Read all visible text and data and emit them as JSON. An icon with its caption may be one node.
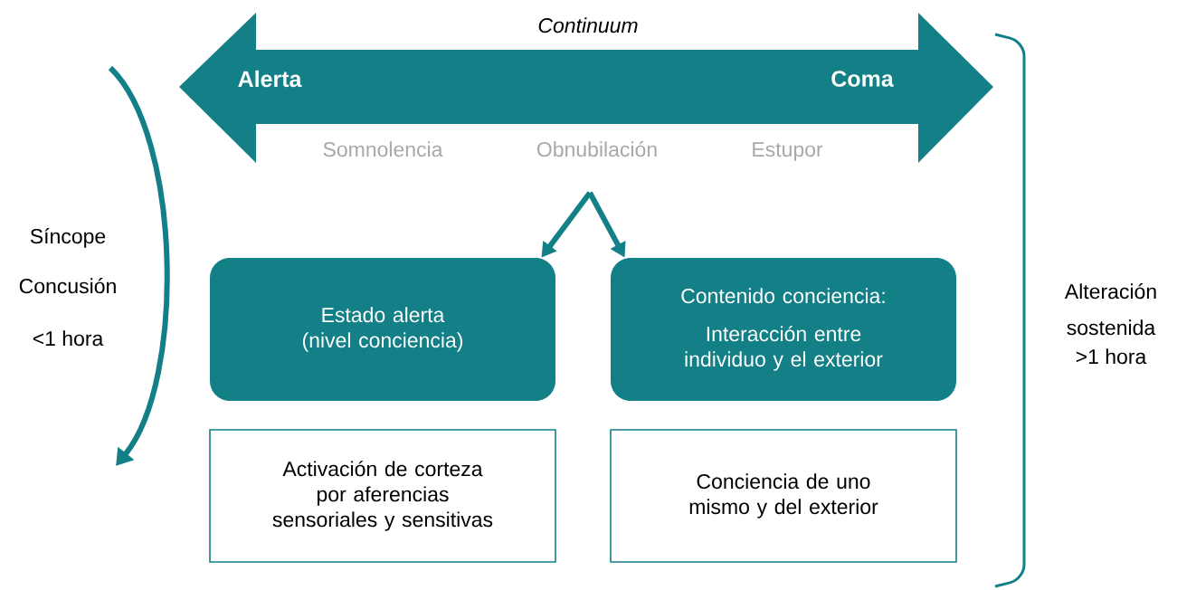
{
  "diagram": {
    "nodes": [
      {
        "text": [
          "Alerta",
          "Coma"
        ]
      },
      {
        "text": [
          "Estado alerta (nivel conciencia)"
        ]
      },
      {
        "text": [
          "Contenido conciencia:",
          "Interacción entre individuo y el exterior"
        ]
      },
      {
        "text": [
          "Activación de corteza por aferencias sensoriales y sensitivas"
        ]
      },
      {
        "text": [
          "Conciencia de uno mismo y del exterior"
        ]
      }
    ],
    "edges": [
      {
        "from": null,
        "to": 1,
        "arrow": "to"
      },
      {
        "from": null,
        "to": 2,
        "arrow": "to"
      }
    ],
    "labels": [
      "Continuum",
      "Somnolencia",
      "Obnubilación",
      "Estupor",
      "Síncope",
      "Concusión",
      "<1 hora",
      "Alteración sostenida",
      ">1 hora"
    ]
  }
}
